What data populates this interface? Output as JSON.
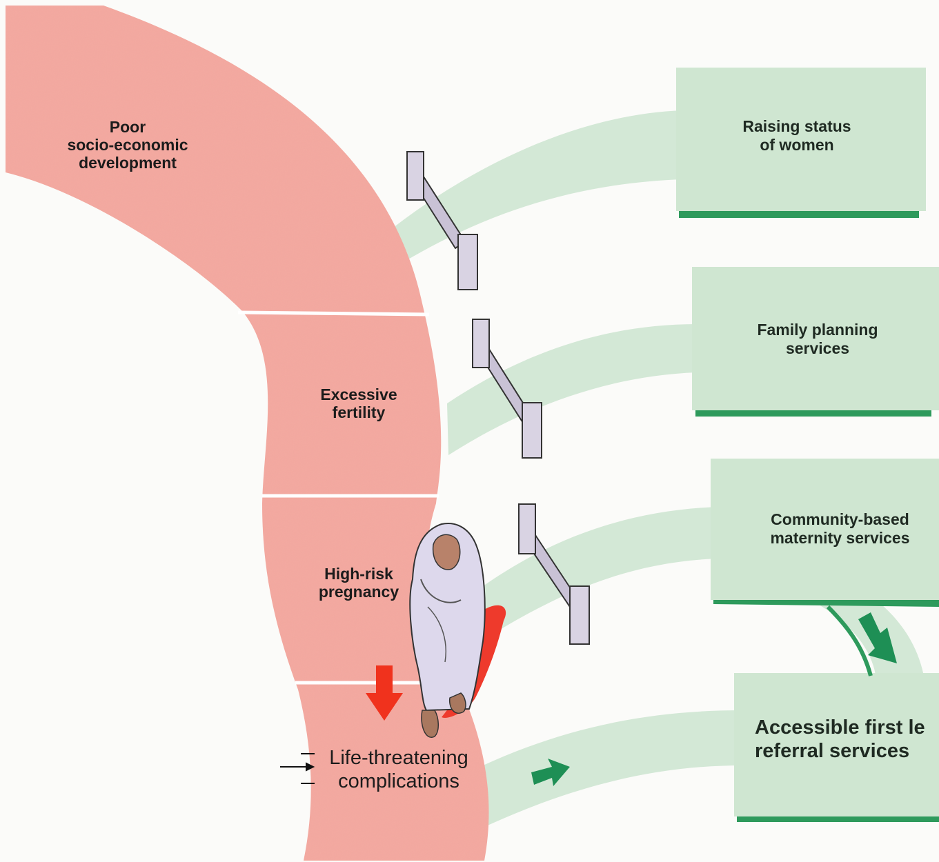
{
  "road": {
    "segments": [
      {
        "id": "socio",
        "label": "Poor\nsocio-economic\ndevelopment"
      },
      {
        "id": "fertility",
        "label": "Excessive\nfertility"
      },
      {
        "id": "pregnancy",
        "label": "High-risk\npregnancy"
      },
      {
        "id": "complications",
        "label": "Life-threatening\ncomplications"
      }
    ]
  },
  "interventions": [
    {
      "id": "status",
      "label": "Raising status\nof women"
    },
    {
      "id": "family-planning",
      "label": "Family planning\nservices"
    },
    {
      "id": "community",
      "label": "Community-based\nmaternity services"
    },
    {
      "id": "referral",
      "label": "Accessible first le\nreferral services"
    }
  ],
  "colors": {
    "road": "#f4a89f",
    "path": "#d3e8d6",
    "box": "#cfe6d1",
    "box_edge": "#2e9a5c",
    "arrow_green": "#1e8f55",
    "arrow_red": "#f0321d",
    "barrier": "#d9d3e3",
    "robe": "#ddd8ec",
    "blood": "#ee3a2c"
  },
  "icons": {
    "barrier": "road-barrier-icon",
    "woman": "pregnant-woman-figure",
    "down_arrow": "red-down-arrow-icon",
    "green_arrow": "green-arrow-icon"
  }
}
